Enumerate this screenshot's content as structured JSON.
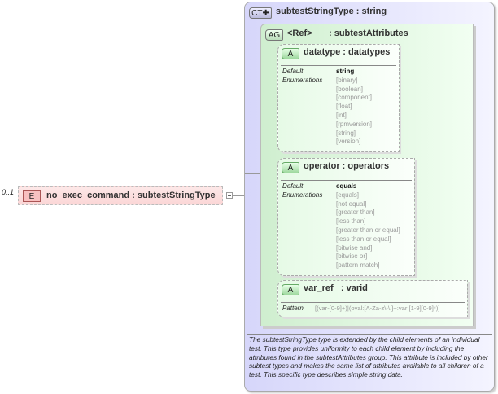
{
  "element": {
    "occurrence": "0..1",
    "badge": "E",
    "title": "no_exec_command : subtestStringType"
  },
  "complex_type": {
    "badge": "CT",
    "title": "subtestStringType : string",
    "description": "The subtestStringType type is extended by the child elements of an individual test.  This type provides uniformity to each child element by including the attributes found in the subtestAttributes group.  This attribute is included by other subtest types and makes the same list of attributes available to all children of a test.  This specific type describes simple string data."
  },
  "attribute_group": {
    "badge": "AG",
    "ref": "<Ref>",
    "title": ": subtestAttributes"
  },
  "attributes": [
    {
      "badge": "A",
      "title": "datatype : datatypes",
      "default_label": "Default",
      "default": "string",
      "enum_label": "Enumerations",
      "enumerations": [
        "[binary]",
        "[boolean]",
        "[component]",
        "[float]",
        "[int]",
        "[rpmversion]",
        "[string]",
        "[version]"
      ]
    },
    {
      "badge": "A",
      "title": "operator : operators",
      "default_label": "Default",
      "default": "equals",
      "enum_label": "Enumerations",
      "enumerations": [
        "[equals]",
        "[not equal]",
        "[greater than]",
        "[less than]",
        "[greater than or equal]",
        "[less than or equal]",
        "[bitwise and]",
        "[bitwise or]",
        "[pattern match]"
      ]
    },
    {
      "badge": "A",
      "title": "var_ref   : varid",
      "pattern_label": "Pattern",
      "pattern": "[(var-[0-9]+)|(oval:[A-Za-z\\-\\.]+:var:[1-9][0-9]*)]"
    }
  ],
  "colors": {
    "element": "#fbd6d6",
    "complex_type": "#d6d6fa",
    "attribute_group": "#cfeecf"
  }
}
